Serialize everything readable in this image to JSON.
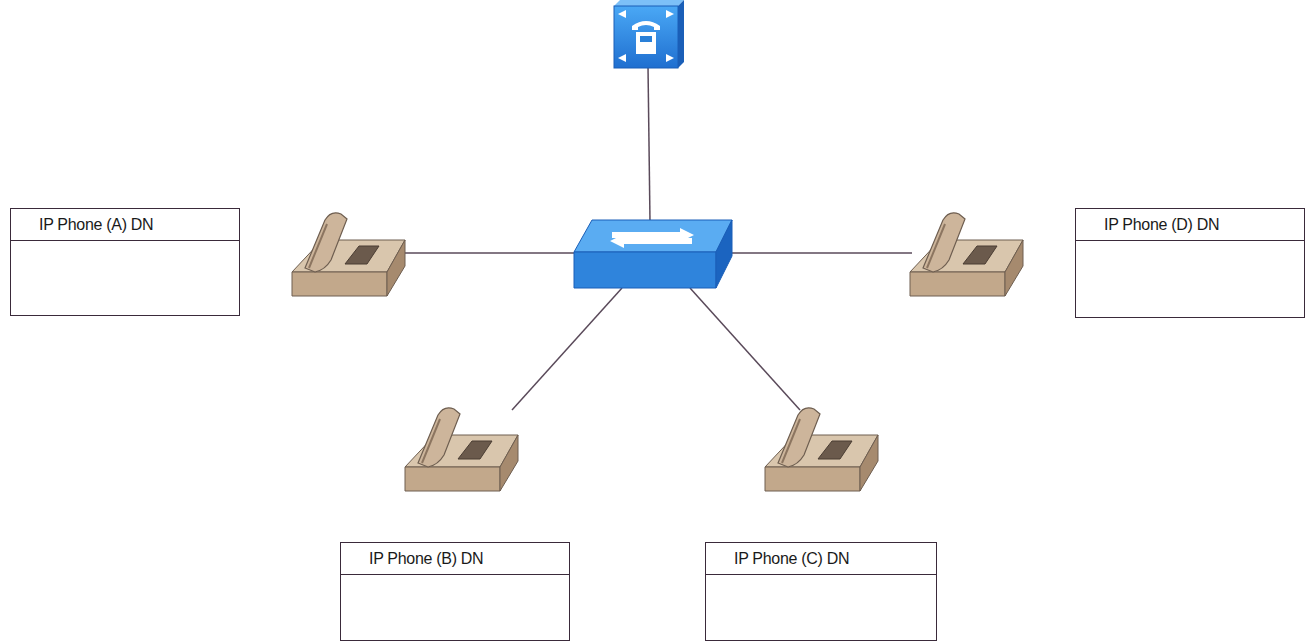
{
  "diagram": {
    "nodes": [
      {
        "text": [
          "IP Phone (A) DN"
        ]
      },
      {
        "text": [
          "IP Phone (D) DN"
        ]
      },
      {
        "text": [
          "IP Phone (B) DN"
        ]
      },
      {
        "text": [
          "IP Phone (C) DN"
        ]
      }
    ]
  }
}
